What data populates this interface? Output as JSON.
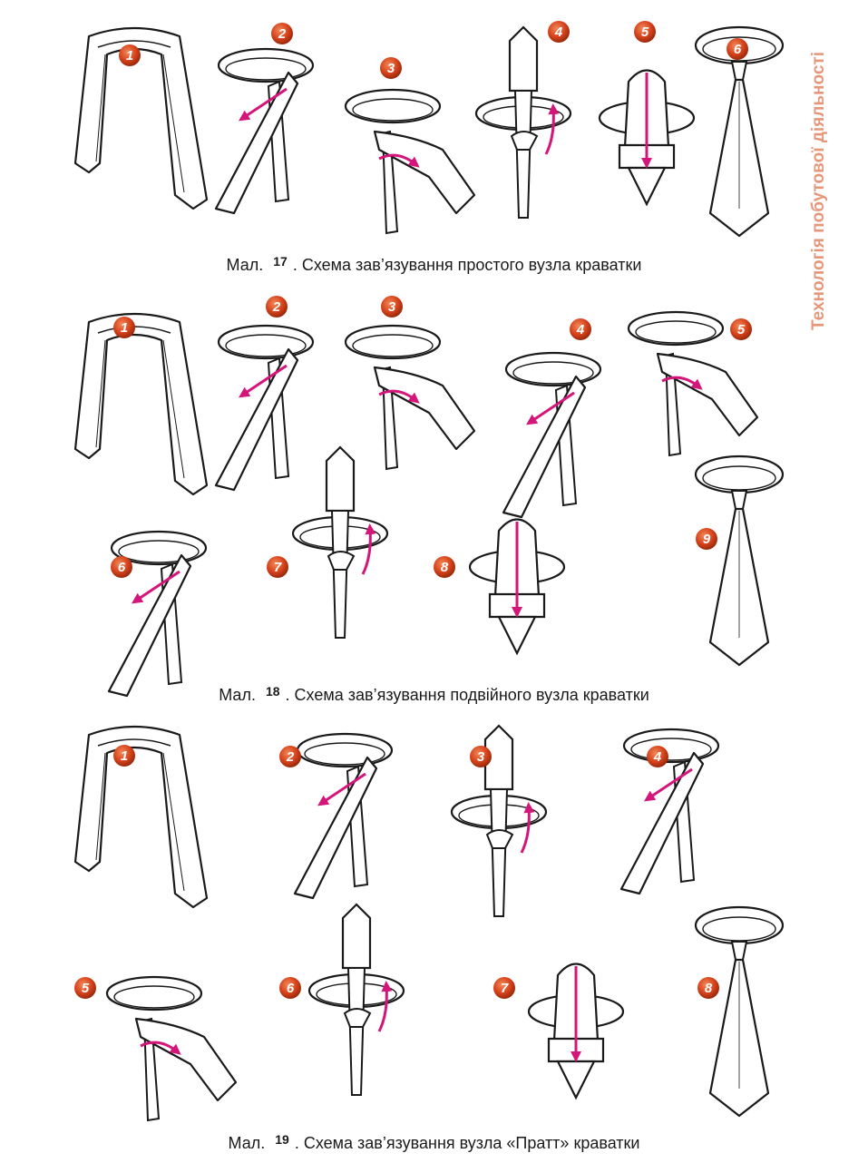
{
  "side_title": "Технологія побутової діяльності",
  "figures": [
    {
      "caption_prefix": "Мал.",
      "caption_number": "17",
      "caption_text": ". Схема зав’язування простого вузла краватки",
      "steps": [
        "1",
        "2",
        "3",
        "4",
        "5",
        "6"
      ]
    },
    {
      "caption_prefix": "Мал.",
      "caption_number": "18",
      "caption_text": ". Схема зав’язування подвійного вузла краватки",
      "steps": [
        "1",
        "2",
        "3",
        "4",
        "5",
        "6",
        "7",
        "8",
        "9"
      ]
    },
    {
      "caption_prefix": "Мал.",
      "caption_number": "19",
      "caption_text": ". Схема зав’язування вузла «Пратт» краватки",
      "steps": [
        "1",
        "2",
        "3",
        "4",
        "5",
        "6",
        "7",
        "8"
      ]
    }
  ],
  "colors": {
    "badge": "#d8431c",
    "arrow": "#d4157a",
    "outline": "#1a1a1a",
    "side_title": "#e6977a"
  }
}
